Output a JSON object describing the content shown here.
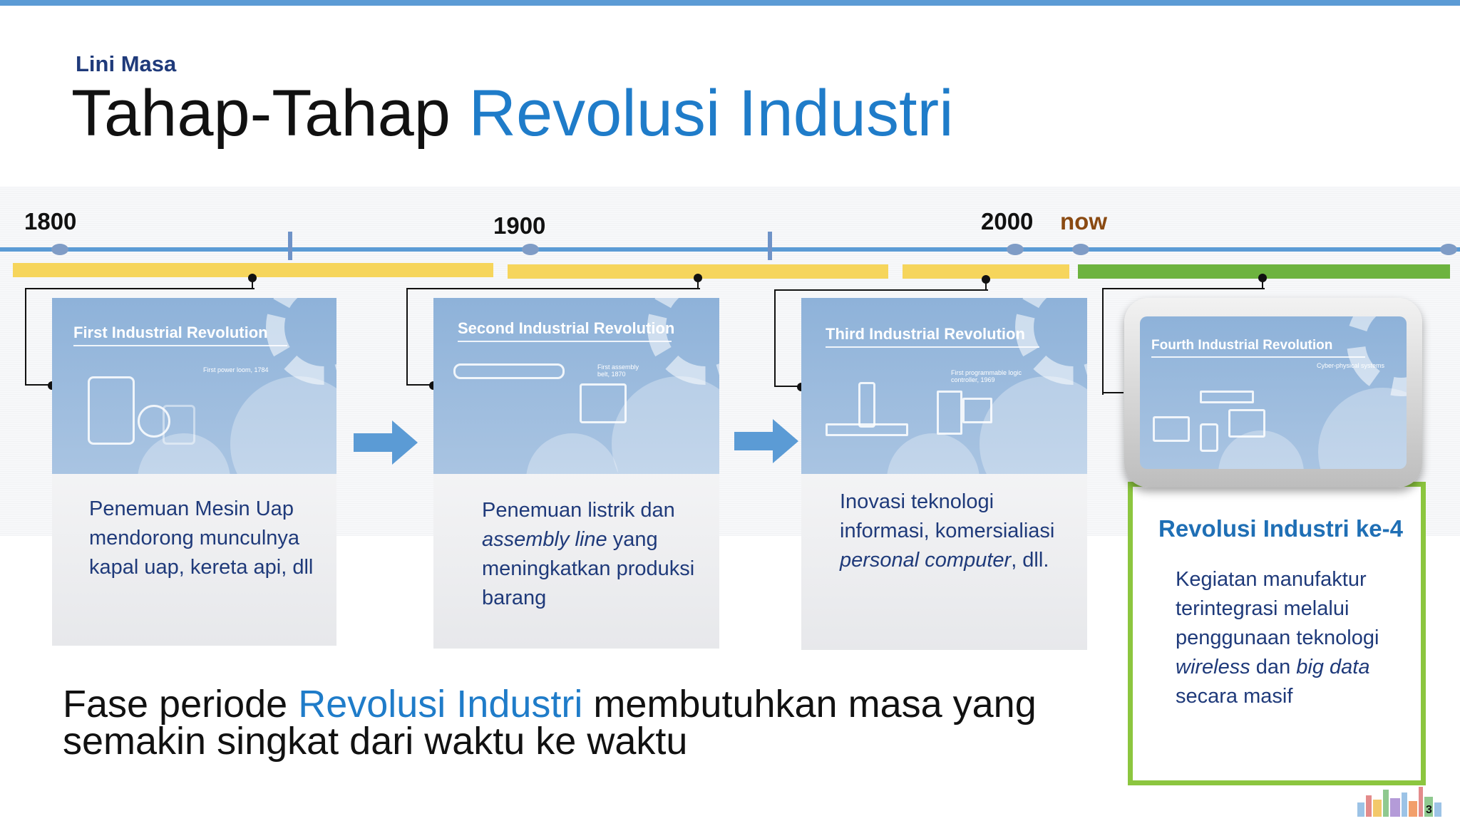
{
  "header": {
    "kicker": "Lini Masa",
    "title_prefix": "Tahap-Tahap ",
    "title_accent": "Revolusi Industri"
  },
  "timeline": {
    "years": [
      "1800",
      "1900",
      "2000"
    ],
    "now_label": "now"
  },
  "cards": [
    {
      "image_title": "First Industrial Revolution",
      "image_caption": "First power loom, 1784",
      "text": "Penemuan Mesin Uap mendorong munculnya kapal uap, kereta api, dll"
    },
    {
      "image_title": "Second Industrial Revolution",
      "image_caption": "First assembly belt, 1870",
      "text_before": "Penemuan listrik dan ",
      "text_italic": "assembly line",
      "text_after": " yang meningkatkan produksi barang"
    },
    {
      "image_title": "Third Industrial Revolution",
      "image_caption": "First programmable logic controller, 1969",
      "text_before": "Inovasi teknologi informasi, komersialiasi ",
      "text_italic": "personal computer",
      "text_after": ", dll."
    },
    {
      "image_title": "Fourth Industrial Revolution",
      "image_caption": "Cyber-physical systems",
      "heading": "Revolusi Industri ke-4",
      "text_1": "Kegiatan manufaktur terintegrasi melalui penggunaan teknologi ",
      "text_italic_1": "wireless",
      "text_2": " dan ",
      "text_italic_2": "big data",
      "text_3": " secara masif"
    }
  ],
  "footer": {
    "text_1": "Fase periode ",
    "text_accent": "Revolusi Industri",
    "text_2": " membutuhkan masa yang semakin singkat dari waktu ke waktu",
    "page_number": "3"
  },
  "colors": {
    "accent_blue": "#1f7cc9",
    "navy": "#1f3a7a",
    "timeline_blue": "#5b9bd5",
    "bar_yellow": "#f6d55c",
    "bar_green": "#6db33f",
    "frame_green": "#8cc63f",
    "now_brown": "#8a4a12"
  }
}
